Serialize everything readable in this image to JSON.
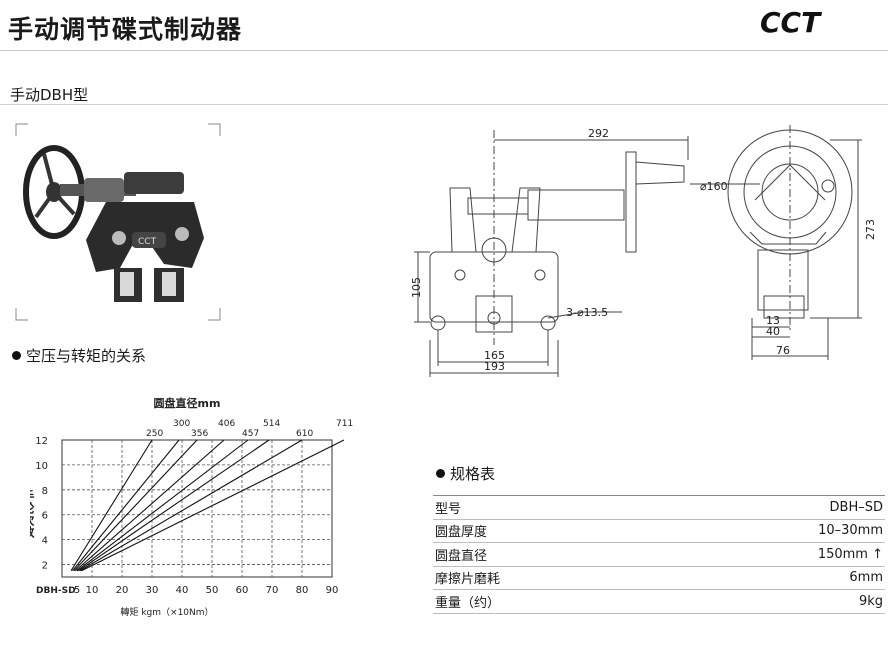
{
  "header": {
    "title": "手动调节碟式制动器",
    "logo": "CCT"
  },
  "model_heading": "手动DBH型",
  "drawing": {
    "dims": {
      "length_292": "292",
      "d160": "⌀160",
      "h273": "273",
      "h105": "105",
      "holes": "3-⌀13.5",
      "w165": "165",
      "w193": "193",
      "d13": "13",
      "d40": "40",
      "d76": "76"
    }
  },
  "chart_section": {
    "heading": "空压与转矩的关系"
  },
  "chart_data": {
    "type": "line",
    "title": "圆盘直径mm",
    "xlabel": "轉矩 kgm（×10Nm）",
    "ylabel": "手轮次数",
    "row_label": "DBH-SD",
    "x_ticks": [
      5,
      10,
      20,
      30,
      40,
      50,
      60,
      70,
      80,
      90
    ],
    "y_ticks": [
      2,
      4,
      6,
      8,
      10,
      12
    ],
    "xlim": [
      0,
      90
    ],
    "ylim": [
      1,
      12
    ],
    "grid": true,
    "series": [
      {
        "name": "250",
        "x": [
          3,
          30
        ],
        "y": [
          1.5,
          12
        ]
      },
      {
        "name": "300",
        "x": [
          3.5,
          39
        ],
        "y": [
          1.5,
          12
        ]
      },
      {
        "name": "356",
        "x": [
          4,
          45
        ],
        "y": [
          1.5,
          12
        ]
      },
      {
        "name": "406",
        "x": [
          4.5,
          54
        ],
        "y": [
          1.5,
          12
        ]
      },
      {
        "name": "457",
        "x": [
          5,
          62
        ],
        "y": [
          1.5,
          12
        ]
      },
      {
        "name": "514",
        "x": [
          5.5,
          69
        ],
        "y": [
          1.5,
          12
        ]
      },
      {
        "name": "610",
        "x": [
          6,
          80
        ],
        "y": [
          1.5,
          12
        ]
      },
      {
        "name": "711",
        "x": [
          6.5,
          94
        ],
        "y": [
          1.5,
          12
        ]
      }
    ]
  },
  "spec": {
    "heading": "规格表",
    "rows": [
      {
        "label": "型号",
        "value": "DBH–SD"
      },
      {
        "label": "圆盘厚度",
        "value": "10–30mm"
      },
      {
        "label": "圆盘直径",
        "value": "150mm ↑"
      },
      {
        "label": "摩擦片磨耗",
        "value": "6mm"
      },
      {
        "label": "重量（约）",
        "value": "9kg"
      }
    ]
  }
}
